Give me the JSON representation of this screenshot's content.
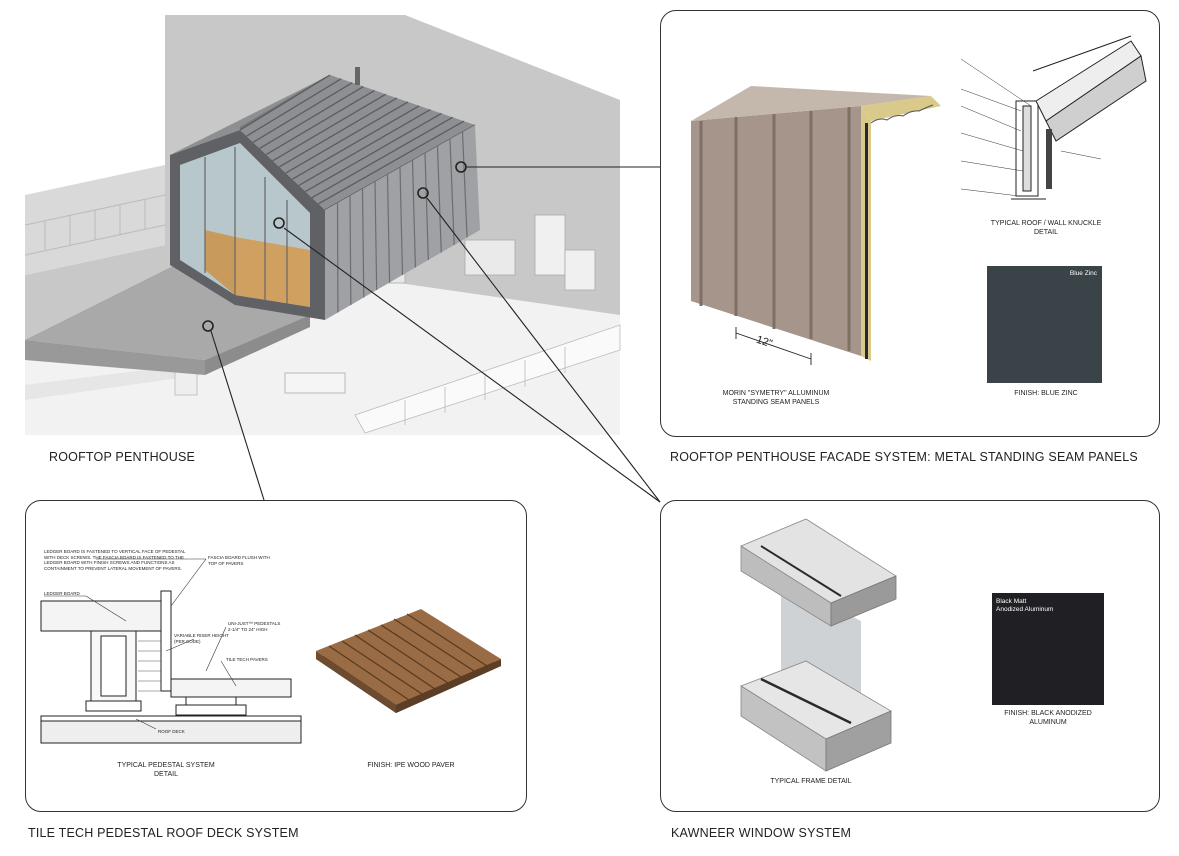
{
  "sections": {
    "penthouse": {
      "caption": "ROOFTOP PENTHOUSE"
    },
    "facade": {
      "caption": "ROOFTOP PENTHOUSE FACADE SYSTEM: METAL STANDING SEAM PANELS",
      "panel_label": "MORIN \"SYMETRY\" ALLUMINUM\nSTANDING SEAM PANELS",
      "dimension": "12\"",
      "detail_label": "TYPICAL ROOF / WALL  KNUCKLE\nDETAIL",
      "swatch_text": "Blue Zinc",
      "swatch_label": "FINISH: BLUE ZINC",
      "swatch_color": "#3a4348"
    },
    "deck": {
      "caption": "TILE TECH PEDESTAL ROOF DECK SYSTEM",
      "detail_label": "TYPICAL PEDESTAL SYSTEM\nDETAIL",
      "paver_label": "FINISH: IPE WOOD PAVER",
      "note_main": "LEDGER BOARD IS FASTENED TO VERTICAL FACE OF PEDESTAL\nWITH DECK SCREWS. THE FASCIA BOARD IS FASTENED TO THE\nLEDGER BOARD WITH FINISH SCREWS AND FUNCTIONS AS\nCONTAINMENT TO PREVENT LATERAL MOVEMENT OF PAVERS.",
      "note_fascia": "FASCIA BOARD FLUSH WITH\nTOP OF PAVERS",
      "note_ledger": "LEDGER BOARD",
      "note_riser": "VARIABLE RISER HEIGHT\n(PER CODE)",
      "note_pedestal": "UNI-JUST™ PEDESTALS\n2-1/4\" TO 24\" HIGH",
      "note_pavers": "TILE TECH PAVERS",
      "note_roof": "ROOF DECK"
    },
    "window": {
      "caption": "KAWNEER WINDOW SYSTEM",
      "frame_label": "TYPICAL FRAME DETAIL",
      "swatch_text": "Black Matt\nAnodized Aluminum",
      "swatch_label": "FINISH: BLACK ANODIZED\nALUMINUM",
      "swatch_color": "#1f1f24"
    }
  }
}
